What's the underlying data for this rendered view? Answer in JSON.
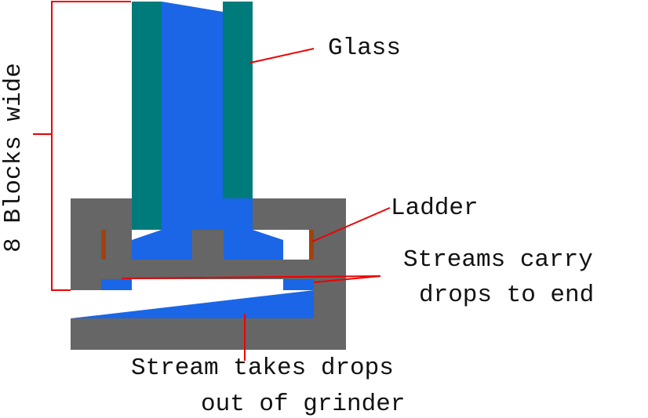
{
  "labels": {
    "dimension": "8 Blocks wide",
    "glass": "Glass",
    "ladder": "Ladder",
    "streams_line1": "Streams carry",
    "streams_line2": "drops to end",
    "stream_line1": "Stream takes drops",
    "stream_line2": "out of grinder"
  },
  "colors": {
    "stone": "#666666",
    "glass": "#007B7B",
    "water": "#1A66E6",
    "ladder": "#A0420F",
    "annotation": "#EE0000",
    "background": "#FFFFFF"
  }
}
